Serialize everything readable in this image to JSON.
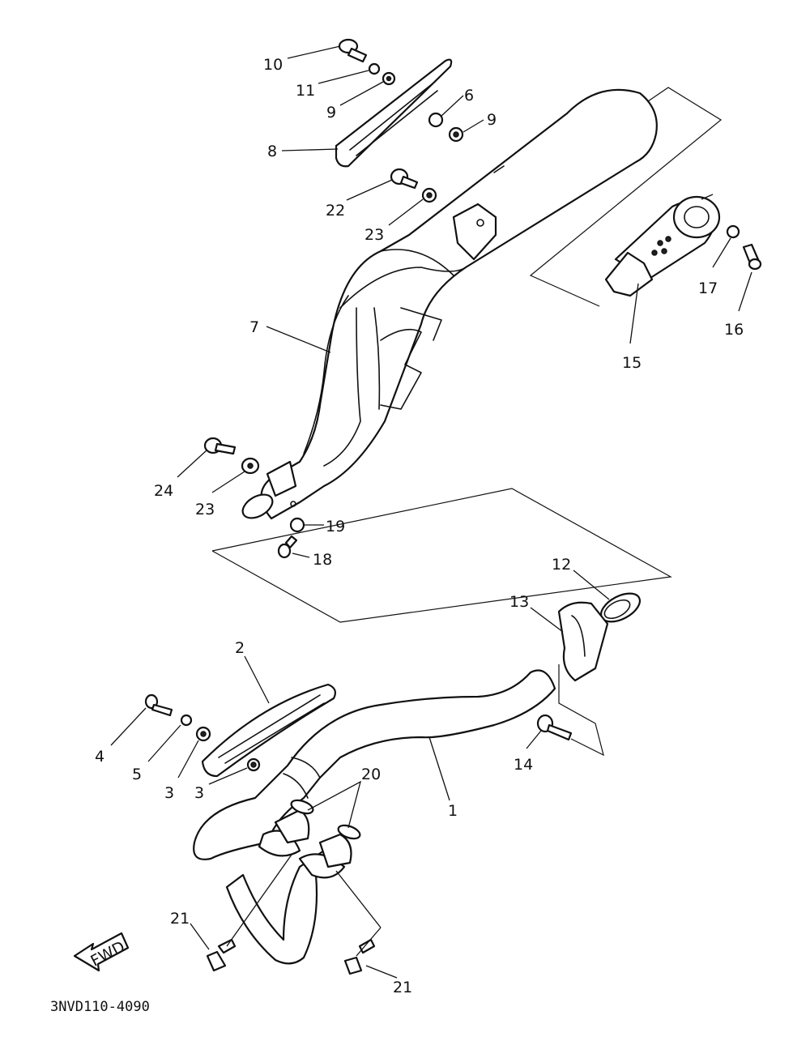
{
  "diagram": {
    "drawing_code": "3NVD110-4090",
    "fwd_label": "FWD",
    "callouts": {
      "c1": "1",
      "c2": "2",
      "c3a": "3",
      "c3b": "3",
      "c4": "4",
      "c5": "5",
      "c6": "6",
      "c7": "7",
      "c8": "8",
      "c9a": "9",
      "c9b": "9",
      "c10": "10",
      "c11": "11",
      "c12": "12",
      "c13": "13",
      "c14": "14",
      "c15": "15",
      "c16": "16",
      "c17": "17",
      "c18": "18",
      "c19": "19",
      "c20": "20",
      "c21a": "21",
      "c21b": "21",
      "c22": "22",
      "c23a": "23",
      "c23b": "23",
      "c24": "24"
    }
  }
}
